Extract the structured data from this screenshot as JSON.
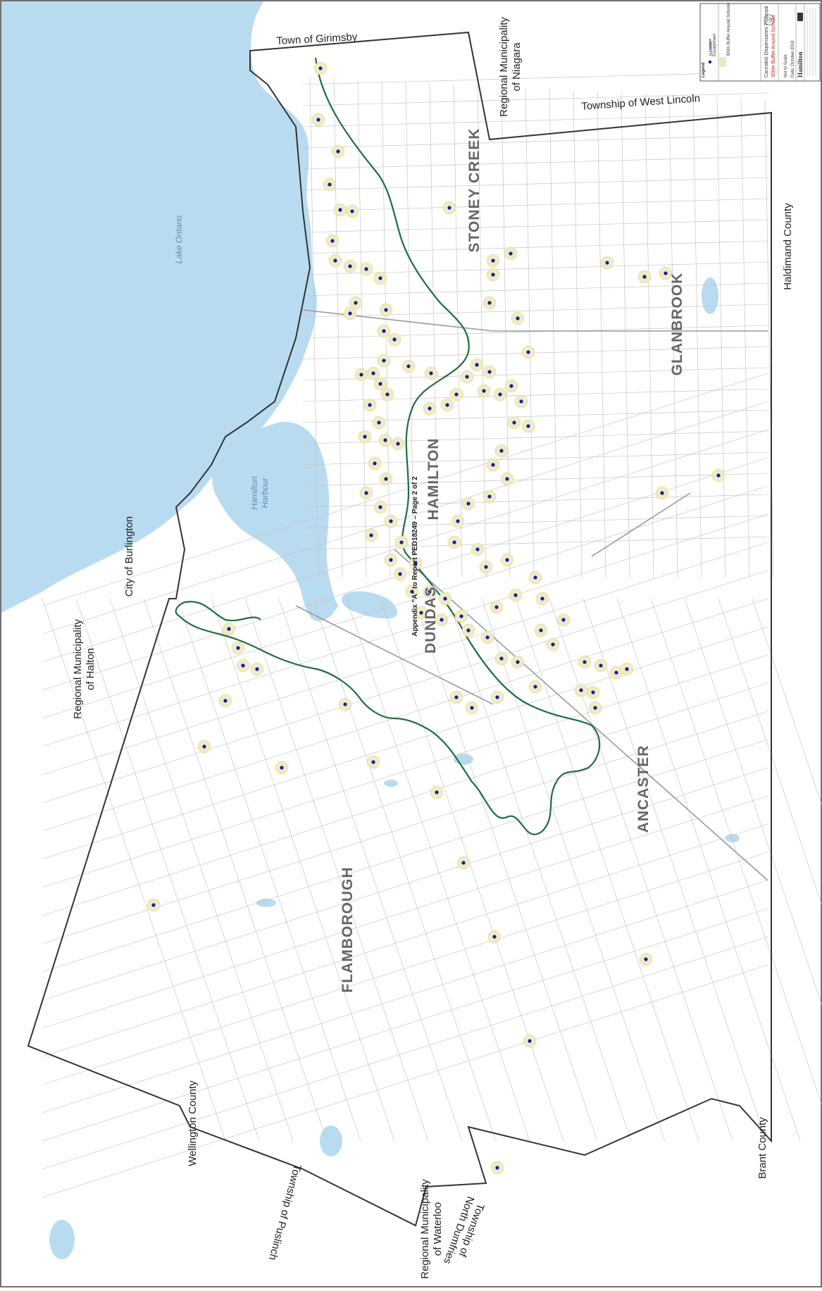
{
  "map": {
    "appendix_label": "Appendix \"A\" to Report PED18249 – Page 2 of 2",
    "neighbours": {
      "girimsby": "Town of Girimsby",
      "niagara": [
        "Regional Municipality",
        "of Niagara"
      ],
      "west_lincoln": "Township of West Lincoln",
      "haldimand": "Haldimand County",
      "brant": "Brant County",
      "north_dumfries": [
        "Township of",
        "North Dumfries"
      ],
      "waterloo": [
        "Regional Municipality",
        "of Waterloo"
      ],
      "puslinch": "Township of Puslinch",
      "wellington": "Wellington County",
      "halton": [
        "Regional Municipality",
        "of Halton"
      ],
      "burlington": "City of Burlington"
    },
    "districts": {
      "stoney_creek": "STONEY CREEK",
      "hamilton": "HAMILTON",
      "glanbrook": "GLANBROOK",
      "dundas": "DUNDAS",
      "ancaster": "ANCASTER",
      "flamborough": "FLAMBOROUGH"
    },
    "water": {
      "lake_ontario": "Lake Ontario",
      "harbour": [
        "Hamilton",
        "Harbour"
      ]
    },
    "colors": {
      "water": "#b9dbf0",
      "boundary": "#333333",
      "escarpment": "#1f6e3c",
      "school": "#1a1aa8",
      "buffer": "#f1ebc4"
    }
  },
  "legend": {
    "heading": "Legend",
    "schools": "Schools",
    "escarpment": "Escarpment",
    "buffer": "300m Buffer Around Schools",
    "title_line1": "Cannabis Dispensaries Proposal",
    "title_line2": "300m Buffer Around Schools",
    "scale": "Not to Scale",
    "date": "Date: October 2018",
    "logo": "Hamilton"
  }
}
